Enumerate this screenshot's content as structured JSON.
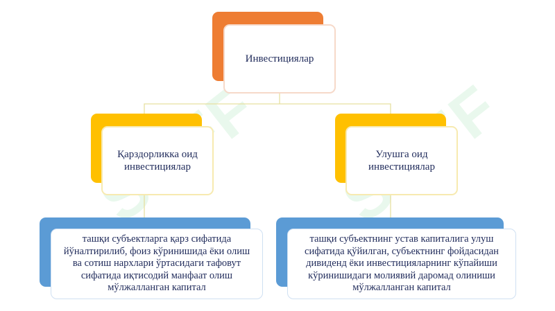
{
  "colors": {
    "root_back": "#ee7d33",
    "mid_back": "#ffc000",
    "leaf_back": "#5b9bd5",
    "connector": "#e6e0a0",
    "text": "#1f2a5a"
  },
  "root": {
    "label": "Инвестициялар"
  },
  "branches": [
    {
      "label_line1": "Қарздорликка оид",
      "label_line2": "инвестициялар",
      "desc_lines": [
        "ташқи субъектларга қарз сифатида",
        "йўналтирилиб, фоиз кўринишида ёки олиш",
        "ва сотиш нархлари ўртасидаги тафовут",
        "сифатида иқтисодий манфаат олиш",
        "мўлжалланган капитал"
      ]
    },
    {
      "label_line1": "Улушга оид",
      "label_line2": "инвестициялар",
      "desc_lines": [
        "ташқи субъектнинг устав капиталига улуш",
        "сифатида қўйилган, субъектнинг фойдасидан",
        "дивиденд ёки инвестицияларнинг кўпайиши",
        "кўринишидаги молиявий даромад олиниши",
        "мўлжалланган капитал"
      ]
    }
  ],
  "watermark": {
    "text": "SOFF"
  }
}
